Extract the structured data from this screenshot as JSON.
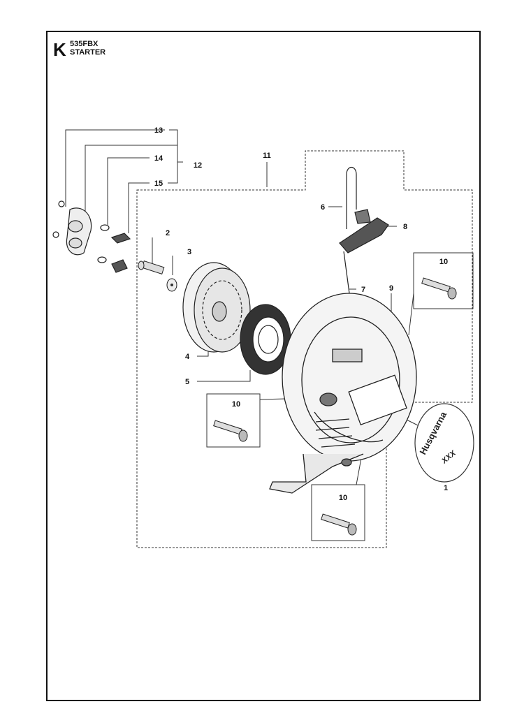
{
  "header": {
    "section_letter": "K",
    "model": "535FBX",
    "title": "STARTER"
  },
  "decal": {
    "brand": "Husqvarna",
    "model_mark": "XXX"
  },
  "callouts": [
    {
      "id": "c1",
      "text": "1"
    },
    {
      "id": "c2",
      "text": "2"
    },
    {
      "id": "c3",
      "text": "3"
    },
    {
      "id": "c4",
      "text": "4"
    },
    {
      "id": "c5",
      "text": "5"
    },
    {
      "id": "c6",
      "text": "6"
    },
    {
      "id": "c7",
      "text": "7"
    },
    {
      "id": "c8",
      "text": "8"
    },
    {
      "id": "c9",
      "text": "9"
    },
    {
      "id": "c10a",
      "text": "10"
    },
    {
      "id": "c10b",
      "text": "10"
    },
    {
      "id": "c10c",
      "text": "10"
    },
    {
      "id": "c11",
      "text": "11"
    },
    {
      "id": "c12",
      "text": "12"
    },
    {
      "id": "c13",
      "text": "13"
    },
    {
      "id": "c14",
      "text": "14"
    },
    {
      "id": "c15",
      "text": "15"
    }
  ]
}
